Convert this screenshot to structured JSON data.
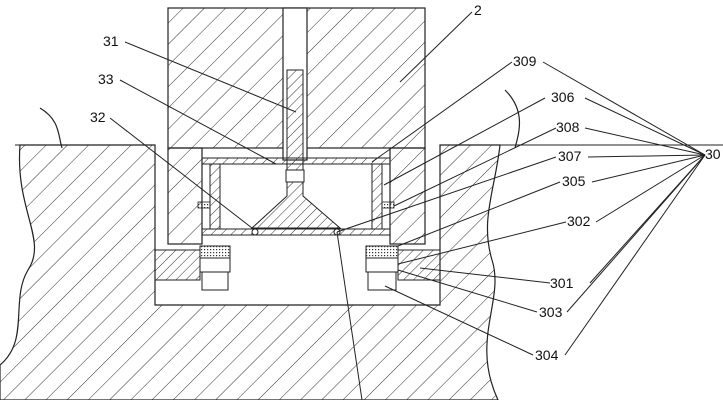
{
  "diagram": {
    "callouts": [
      {
        "id": "c2",
        "text": "2"
      },
      {
        "id": "c31",
        "text": "31"
      },
      {
        "id": "c33",
        "text": "33"
      },
      {
        "id": "c32",
        "text": "32"
      },
      {
        "id": "c309",
        "text": "309"
      },
      {
        "id": "c306",
        "text": "306"
      },
      {
        "id": "c308",
        "text": "308"
      },
      {
        "id": "c307",
        "text": "307"
      },
      {
        "id": "c305",
        "text": "305"
      },
      {
        "id": "c302",
        "text": "302"
      },
      {
        "id": "c301",
        "text": "301"
      },
      {
        "id": "c303",
        "text": "303"
      },
      {
        "id": "c304",
        "text": "304"
      },
      {
        "id": "c30",
        "text": "30"
      }
    ]
  }
}
